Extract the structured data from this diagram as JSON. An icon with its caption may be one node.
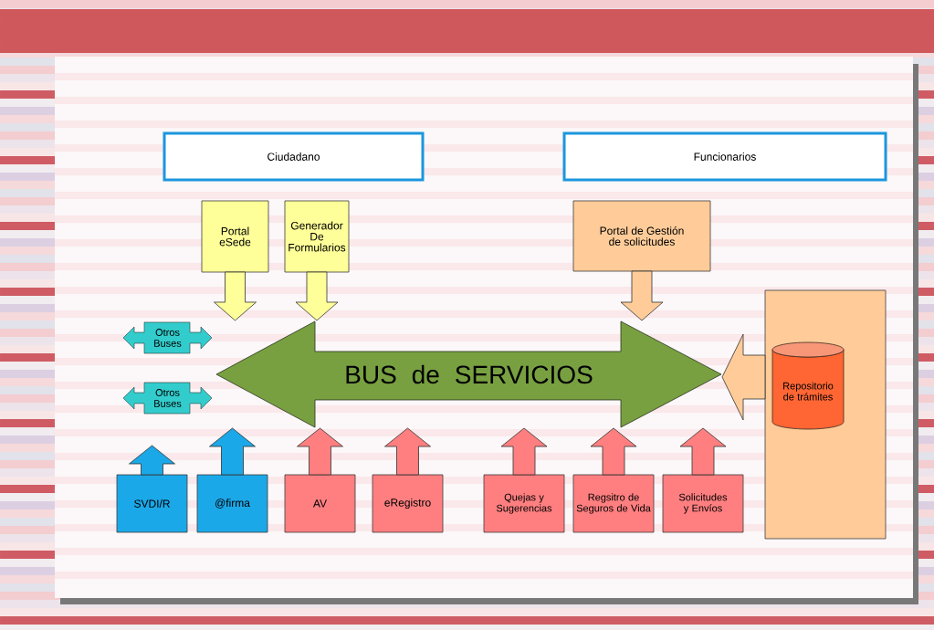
{
  "diagram": {
    "nodes": [
      {
        "text": [
          "Ciudadano"
        ]
      },
      {
        "text": [
          "Funcionarios"
        ]
      },
      {
        "text": [
          "Portal eSede"
        ]
      },
      {
        "text": [
          "Generador De Formularios"
        ]
      },
      {
        "text": [
          "Portal de Gestión de solicitudes"
        ]
      },
      {
        "text": [
          "Otros Buses"
        ]
      },
      {
        "text": [
          "Otros Buses"
        ]
      },
      {
        "text": [
          "BUS de SERVICIOS"
        ]
      },
      {
        "text": [],
        "shape": "box"
      },
      {
        "text": [
          "Repositorio de trámites"
        ],
        "in": 8
      },
      {
        "text": [
          "SVDI/R"
        ]
      },
      {
        "text": [
          "@firma"
        ]
      },
      {
        "text": [
          "AV"
        ]
      },
      {
        "text": [
          "eRegistro"
        ]
      },
      {
        "text": [
          "Quejas y Sugerencias"
        ]
      },
      {
        "text": [
          "Regsitro de Seguros de Vida"
        ]
      },
      {
        "text": [
          "Solicitudes y Envíos"
        ]
      }
    ],
    "edges": [
      {
        "from": 2,
        "to": 7,
        "arrow": "to",
        "color": "#ffff99"
      },
      {
        "from": 3,
        "to": 7,
        "arrow": "to",
        "color": "#ffff99"
      },
      {
        "from": 4,
        "to": 7,
        "arrow": "to",
        "color": "#ffcc99"
      },
      {
        "from": 8,
        "to": 7,
        "arrow": "to",
        "color": "#ffcc99"
      },
      {
        "from": 10,
        "to": null,
        "arrow": "to",
        "color": "#1ba8e8"
      },
      {
        "from": 11,
        "to": 7,
        "arrow": "to",
        "color": "#1ba8e8"
      },
      {
        "from": 12,
        "to": 7,
        "arrow": "to"
      },
      {
        "from": 13,
        "to": 7,
        "arrow": "to"
      },
      {
        "from": 14,
        "to": 7,
        "arrow": "to"
      },
      {
        "from": 15,
        "to": 7,
        "arrow": "to"
      },
      {
        "from": 16,
        "to": 7,
        "arrow": "to"
      }
    ]
  }
}
